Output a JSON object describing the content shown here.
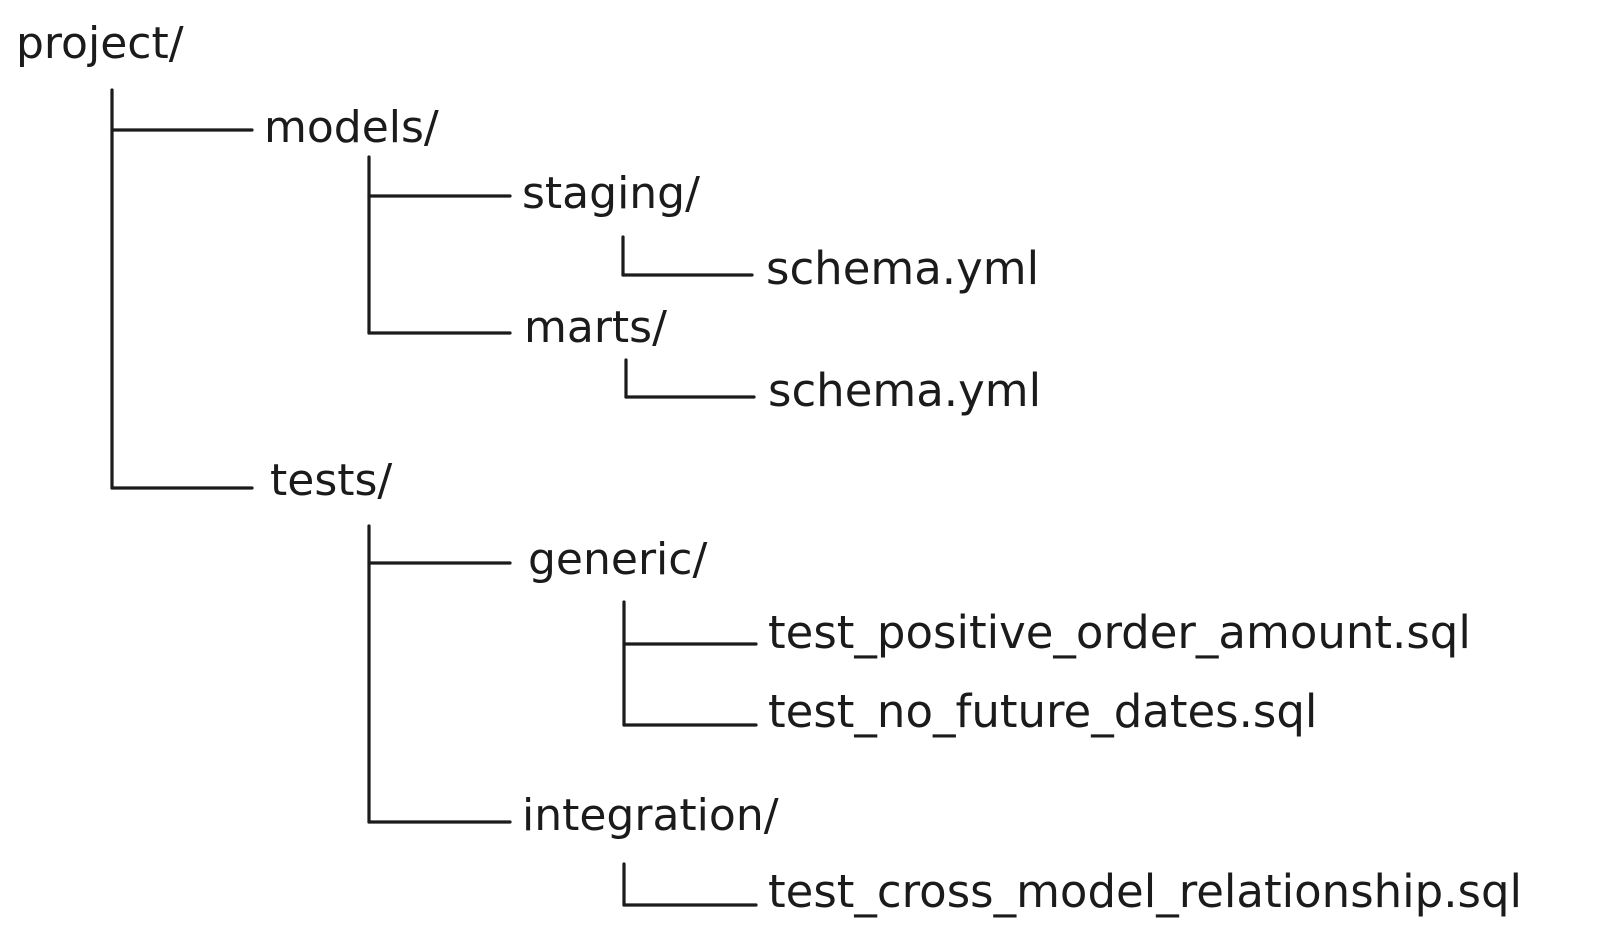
{
  "tree": {
    "root": "project/",
    "models": "models/",
    "staging": "staging/",
    "staging_schema": "schema.yml",
    "marts": "marts/",
    "marts_schema": "schema.yml",
    "tests": "tests/",
    "generic": "generic/",
    "test_positive": "test_positive_order_amount.sql",
    "test_future": "test_no_future_dates.sql",
    "integration": "integration/",
    "test_cross": "test_cross_model_relationship.sql"
  },
  "colors": {
    "ink": "#1b1b1b",
    "background": "#ffffff"
  }
}
